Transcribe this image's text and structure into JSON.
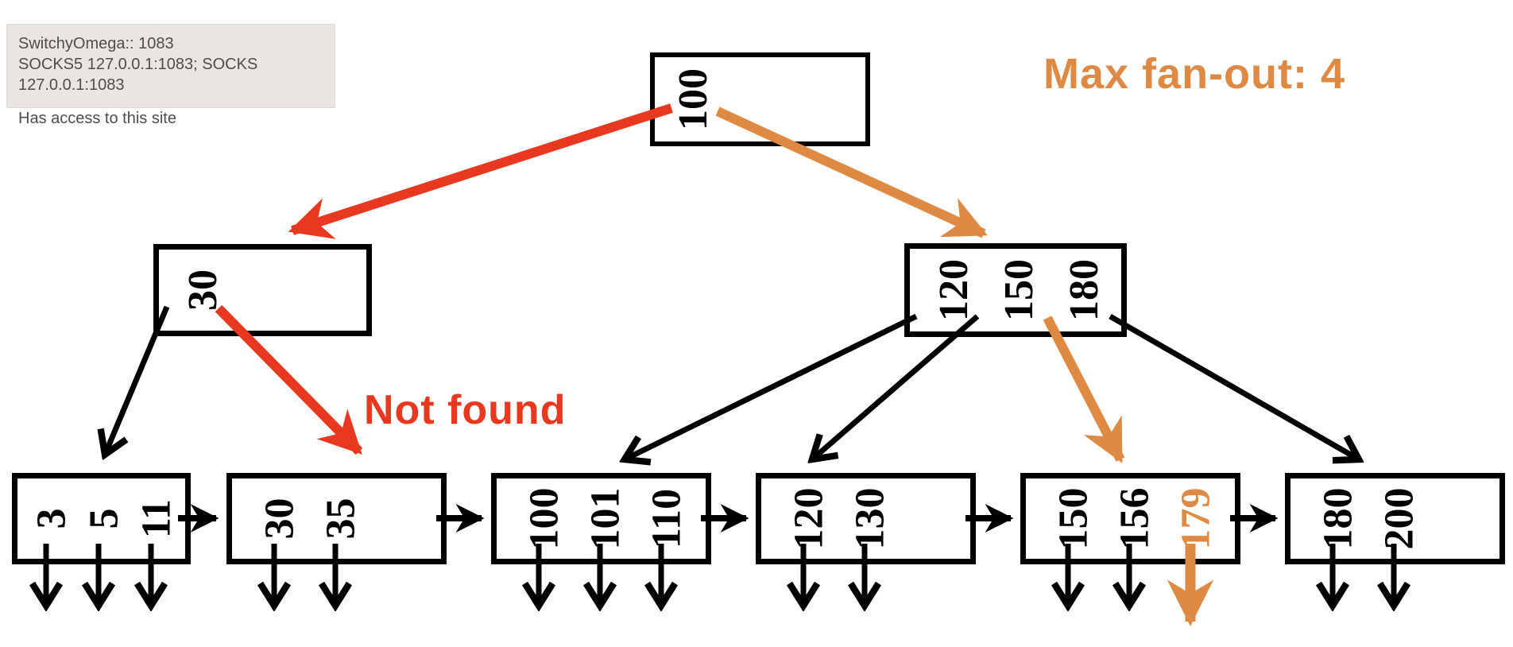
{
  "overlay_tooltip": {
    "title": "SwitchyOmega:: 1083",
    "proxy_line": "SOCKS5 127.0.0.1:1083; SOCKS 127.0.0.1:1083",
    "access_line": "Has access to this site"
  },
  "annotations": {
    "max_fanout_label": "Max fan-out: 4",
    "not_found_label": "Not found"
  },
  "colors": {
    "highlight_red": "#e8381f",
    "highlight_orange": "#df8a44",
    "tree_black": "#000000",
    "tooltip_bg": "#e9e6e2",
    "tooltip_text": "#4d4d4d"
  },
  "tree": {
    "root": {
      "keys": [
        "100"
      ]
    },
    "internal_nodes": [
      {
        "keys": [
          "30"
        ]
      },
      {
        "keys": [
          "120",
          "150",
          "180"
        ]
      }
    ],
    "leaf_nodes": [
      {
        "keys": [
          "3",
          "5",
          "11"
        ]
      },
      {
        "keys": [
          "30",
          "35"
        ]
      },
      {
        "keys": [
          "100",
          "101",
          "110"
        ]
      },
      {
        "keys": [
          "120",
          "130"
        ]
      },
      {
        "keys": [
          "150",
          "156",
          "179"
        ],
        "highlighted_key": "179"
      },
      {
        "keys": [
          "180",
          "200"
        ]
      }
    ]
  }
}
